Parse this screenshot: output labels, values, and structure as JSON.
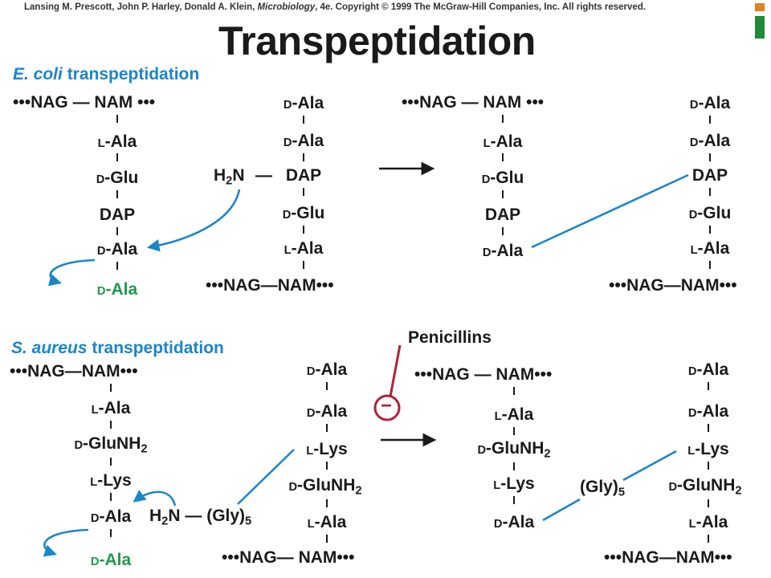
{
  "header": {
    "credit_authors": "Lansing M. Prescott, John P. Harley, Donald A. Klein, ",
    "credit_book": "Microbiology",
    "credit_rest": ", 4e. Copyright © 1999 The McGraw-Hill Companies, Inc.  All rights reserved.",
    "title": "Transpeptidation"
  },
  "colors": {
    "blue": "#1a86c9",
    "green": "#1f9a4a",
    "red": "#b3213a",
    "text": "#1a1a1a"
  },
  "ecoli": {
    "title_species": "E. coli",
    "title_rest": " transpeptidation",
    "glycan_a": "NAG",
    "glycan_b": "NAM",
    "dots": "•••",
    "dash": "—",
    "l": "L",
    "d": "D",
    "ala": "-Ala",
    "glu": "-Glu",
    "dap": "DAP",
    "h": "H",
    "two": "2",
    "n": "N"
  },
  "saureus": {
    "title_species": "S. aureus",
    "title_rest": " transpeptidation",
    "glunh": "-GluNH",
    "two": "2",
    "lys": "-Lys",
    "gly": "(Gly)",
    "five": "5",
    "inhibitor": "Penicillins",
    "minus": "−"
  }
}
